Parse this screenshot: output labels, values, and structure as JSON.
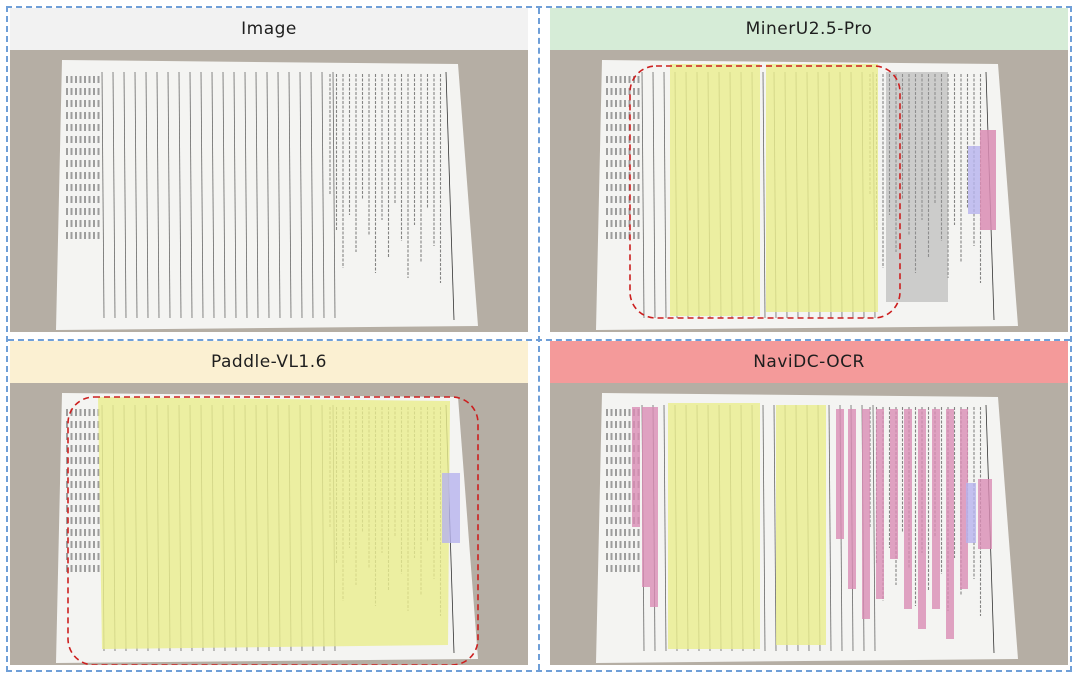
{
  "panels": [
    {
      "title": "Image",
      "title_bg": "#f2f2f2",
      "overlay": "none"
    },
    {
      "title": "MinerU2.5-Pro",
      "title_bg": "#d6ecd7",
      "overlay": "mineru"
    },
    {
      "title": "Paddle-VL1.6",
      "title_bg": "#fbf0d2",
      "overlay": "paddle"
    },
    {
      "title": "NaviDC-OCR",
      "title_bg": "#f49a9a",
      "overlay": "navidc"
    }
  ],
  "colors": {
    "frame_dash": "#6f9fd8",
    "highlight_table": "#eaee8c",
    "highlight_text": "#d98cb4",
    "highlight_title": "#b7b3ee",
    "region_outline": "#cc1f1f",
    "background_surface": "#b5aea4",
    "paper": "#f4f4f2"
  }
}
